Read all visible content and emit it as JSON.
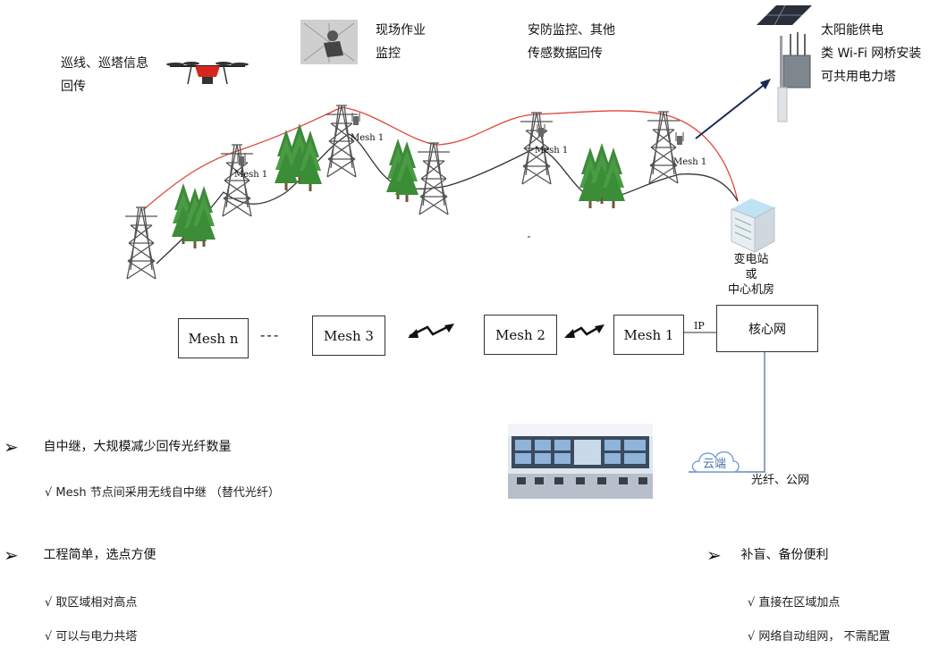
{
  "labels": {
    "drone": [
      "巡线、巡塔信息",
      "回传"
    ],
    "field": [
      "现场作业",
      "监控"
    ],
    "security": [
      "安防监控、其他",
      "传感数据回传"
    ],
    "solar": [
      "太阳能供电",
      "类 Wi-Fi 网桥安装",
      "可共用电力塔"
    ],
    "substation": [
      "变电站",
      "或",
      "中心机房"
    ],
    "fiber": "光纤、公网",
    "cloud": "云端",
    "ip": "IP"
  },
  "tower_tags": [
    "Mesh 1",
    "Mesh 1",
    "Mesh 1",
    "Mesh 1"
  ],
  "chain": {
    "nodes": [
      "Mesh n",
      "Mesh 3",
      "Mesh 2",
      "Mesh 1"
    ],
    "dashes": "---",
    "core": "核心网"
  },
  "points": [
    {
      "title": "自中继，大规模减少回传光纤数量",
      "items": [
        "√ Mesh 节点间采用无线自中继 （替代光纤）"
      ]
    },
    {
      "title": "工程简单，选点方便",
      "items": [
        "√ 取区域相对高点",
        "√ 可以与电力共塔"
      ]
    },
    {
      "title": "补盲、备份便利",
      "items": [
        "√ 直接在区域加点",
        "√ 网络自动组网，  不需配置"
      ]
    }
  ],
  "colors": {
    "red_line": "#e0463a",
    "wire": "#333333",
    "arrow": "#1b2a55",
    "link": "#6b85b5",
    "cloud": "#7aa6d6"
  },
  "icons": [
    "drone-icon",
    "worker-photo",
    "solar-panel-icon",
    "bridge-device-icon",
    "server-building-icon",
    "cloud-icon",
    "control-room-photo"
  ]
}
